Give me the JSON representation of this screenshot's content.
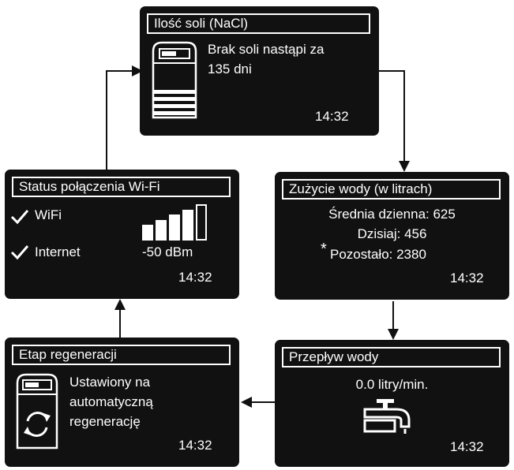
{
  "colors": {
    "screen_bg": "#111111",
    "text": "#ffffff",
    "arrow": "#111111",
    "page_bg": "#ffffff"
  },
  "salt": {
    "title": "Ilość soli (NaCl)",
    "line1": "Brak soli nastąpi za",
    "line2": "135 dni",
    "time": "14:32",
    "icon": "water-softener-salt-level-icon"
  },
  "water_usage": {
    "title": "Zużycie wody (w litrach)",
    "daily": "Średnia dzienna: 625",
    "today": "Dzisiaj: 456",
    "asterisk": "*",
    "remaining": "Pozostało: 2380",
    "time": "14:32"
  },
  "flow": {
    "title": "Przepływ wody",
    "rate": "0.0 litry/min.",
    "time": "14:32",
    "icon": "water-tap-icon"
  },
  "regeneration": {
    "title": "Etap regeneracji",
    "line1": "Ustawiony na",
    "line2": "automatyczną",
    "line3": "regenerację",
    "time": "14:32",
    "icon": "water-softener-regeneration-icon"
  },
  "wifi": {
    "title": "Status połączenia Wi-Fi",
    "wifi_label": "WiFi",
    "internet_label": "Internet",
    "signal": "-50 dBm",
    "signal_bars_filled": 4,
    "signal_bars_total": 5,
    "time": "14:32"
  }
}
